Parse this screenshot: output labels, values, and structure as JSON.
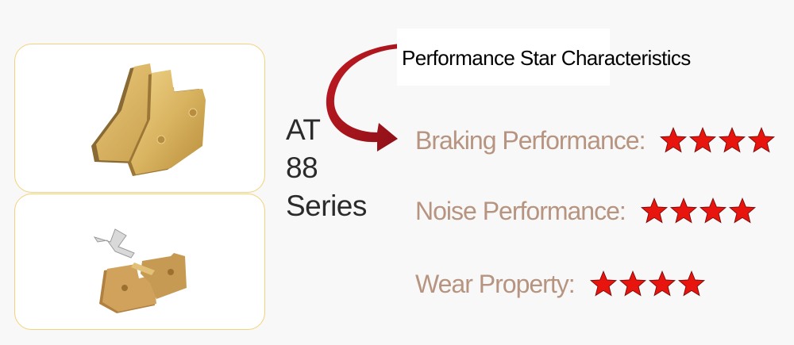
{
  "product": {
    "series_line1": "AT",
    "series_line2": "88",
    "series_line3": "Series"
  },
  "performance_title": "Performance Star Characteristics",
  "properties": [
    {
      "label": "Braking Performance:",
      "rating": 4,
      "max": 4
    },
    {
      "label": "Noise Performance:",
      "rating": 4,
      "max": 4
    },
    {
      "label": "Wear Property:",
      "rating": 4,
      "max": 4
    }
  ],
  "icons": {
    "star": "star-icon",
    "arrow": "curved-arrow-icon"
  },
  "colors": {
    "star_fill": "#e8140e",
    "arrow": "#a8141e",
    "label_text": "#b69480",
    "card_border": "#f2d27a",
    "pad_gold": "#d8b263"
  }
}
